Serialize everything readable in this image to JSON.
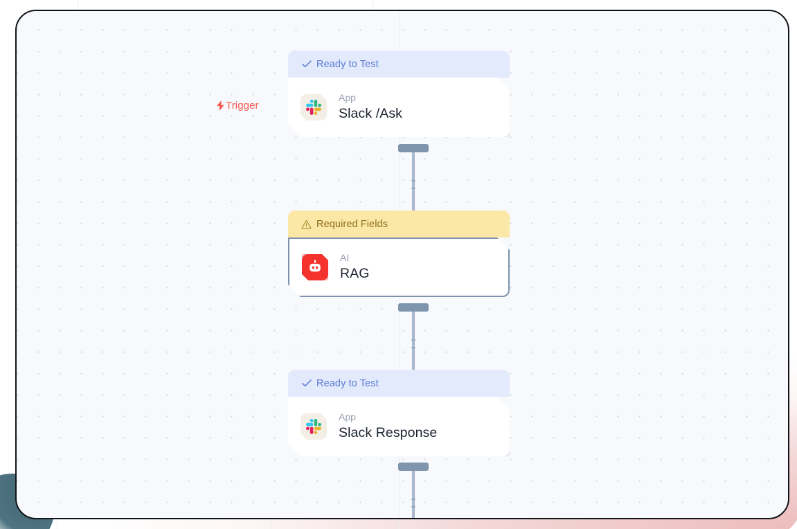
{
  "canvas": {
    "background_color": "#f8f9fc",
    "border_color": "#111418",
    "grid": "dot-grid"
  },
  "trigger": {
    "label": "Trigger",
    "icon": "lightning-bolt-icon",
    "color": "#f4584f"
  },
  "nodes": [
    {
      "id": "slack-ask",
      "status_label": "Ready to Test",
      "status_icon": "check-icon",
      "status_type": "ready",
      "status_bg": "#e3eafb",
      "status_color": "#5b7bd6",
      "kind": "App",
      "title": "Slack /Ask",
      "icon": "slack-icon",
      "selected": false
    },
    {
      "id": "rag",
      "status_label": "Required Fields",
      "status_icon": "warning-triangle-icon",
      "status_type": "warn",
      "status_bg": "#fbe8a6",
      "status_color": "#8a6d1e",
      "kind": "AI",
      "title": "RAG",
      "icon": "robot-icon",
      "selected": true
    },
    {
      "id": "slack-response",
      "status_label": "Ready to Test",
      "status_icon": "check-icon",
      "status_type": "ready",
      "status_bg": "#e3eafb",
      "status_color": "#5b7bd6",
      "kind": "App",
      "title": "Slack Response",
      "icon": "slack-icon",
      "selected": false
    }
  ],
  "connectors": [
    {
      "id": "conn-1",
      "from": "slack-ask",
      "to": "rag"
    },
    {
      "id": "conn-2",
      "from": "rag",
      "to": "slack-response"
    },
    {
      "id": "conn-3",
      "from": "slack-response",
      "to": ""
    }
  ]
}
